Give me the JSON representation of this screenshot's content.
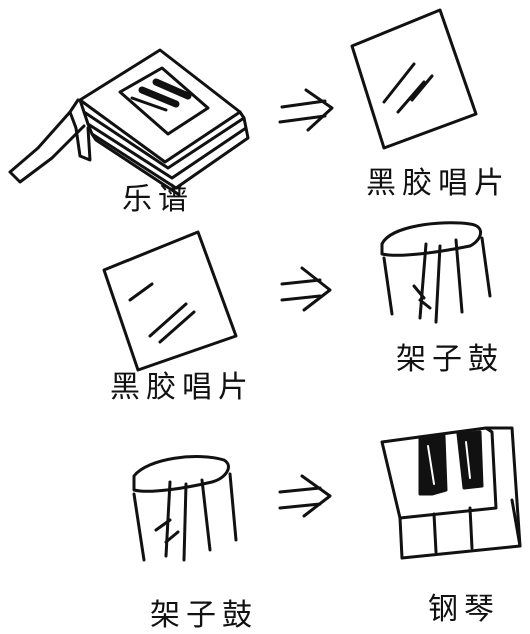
{
  "rows": [
    {
      "from": "乐谱",
      "to": "黑胶唱片"
    },
    {
      "from": "黑胶唱片",
      "to": "架子鼓"
    },
    {
      "from": "架子鼓",
      "to": "钢琴"
    }
  ]
}
